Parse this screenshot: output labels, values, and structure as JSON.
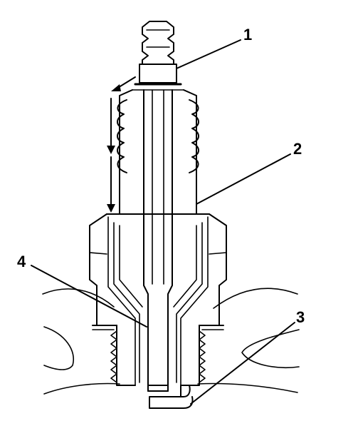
{
  "callouts": {
    "c1": "1",
    "c2": "2",
    "c3": "3",
    "c4": "4"
  },
  "colors": {
    "ink": "#000000",
    "background": "#ffffff"
  }
}
